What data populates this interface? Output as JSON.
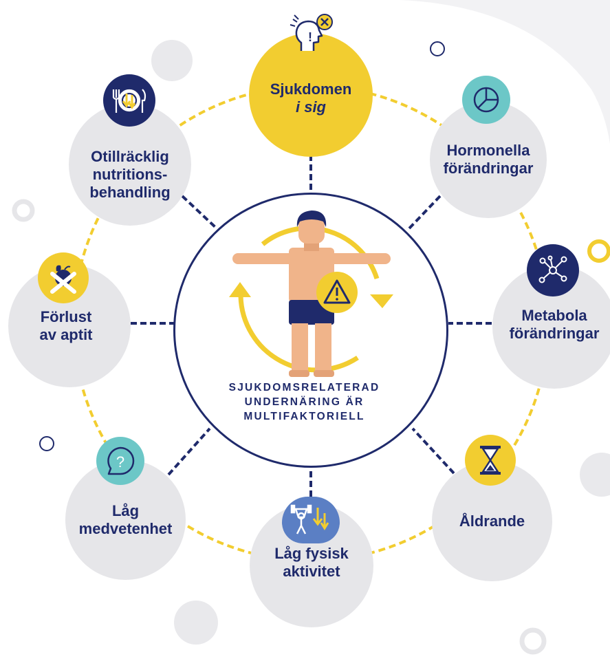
{
  "center": {
    "lines": [
      "SJUKDOMSRELATERAD",
      "UNDERNÄRING ÄR",
      "MULTIFAKTORIELL"
    ]
  },
  "nodes": {
    "top": {
      "line1": "Sjukdomen",
      "line2": "i sig",
      "icon": "head-warning-icon"
    },
    "top_right": {
      "line1": "Hormonella",
      "line2": "förändringar",
      "icon": "pie-chart-icon"
    },
    "right": {
      "line1": "Metabola",
      "line2": "förändringar",
      "icon": "network-icon"
    },
    "bottom_right": {
      "line1": "Åldrande",
      "icon": "hourglass-icon"
    },
    "bottom": {
      "line1": "Låg fysisk",
      "line2": "aktivitet",
      "icon": "weightlifter-down-icon"
    },
    "bottom_left": {
      "line1": "Låg",
      "line2": "medvetenhet",
      "icon": "question-icon"
    },
    "left": {
      "line1": "Förlust",
      "line2": "av aptit",
      "icon": "apple-cross-icon"
    },
    "top_left": {
      "line1": "Otillräcklig",
      "line2": "nutritions-",
      "line3": "behandling",
      "icon": "plate-down-icon"
    }
  },
  "colors": {
    "navy": "#1f2a6b",
    "yellow": "#f2cd30",
    "teal": "#6cc7c7",
    "blue": "#5b7fc4",
    "light_gray": "#e6e6e9",
    "skin": "#f0b48a"
  }
}
